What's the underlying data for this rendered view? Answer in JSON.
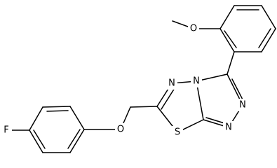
{
  "molecule": {
    "atoms": {
      "fluorine": "F",
      "ether_oxygen": "O",
      "methoxy_oxygen": "O",
      "sulfur": "S",
      "n_thiadiazole": "N",
      "n_bridgehead": "N",
      "n_triazole_upper": "N",
      "n_triazole_lower": "N"
    }
  }
}
